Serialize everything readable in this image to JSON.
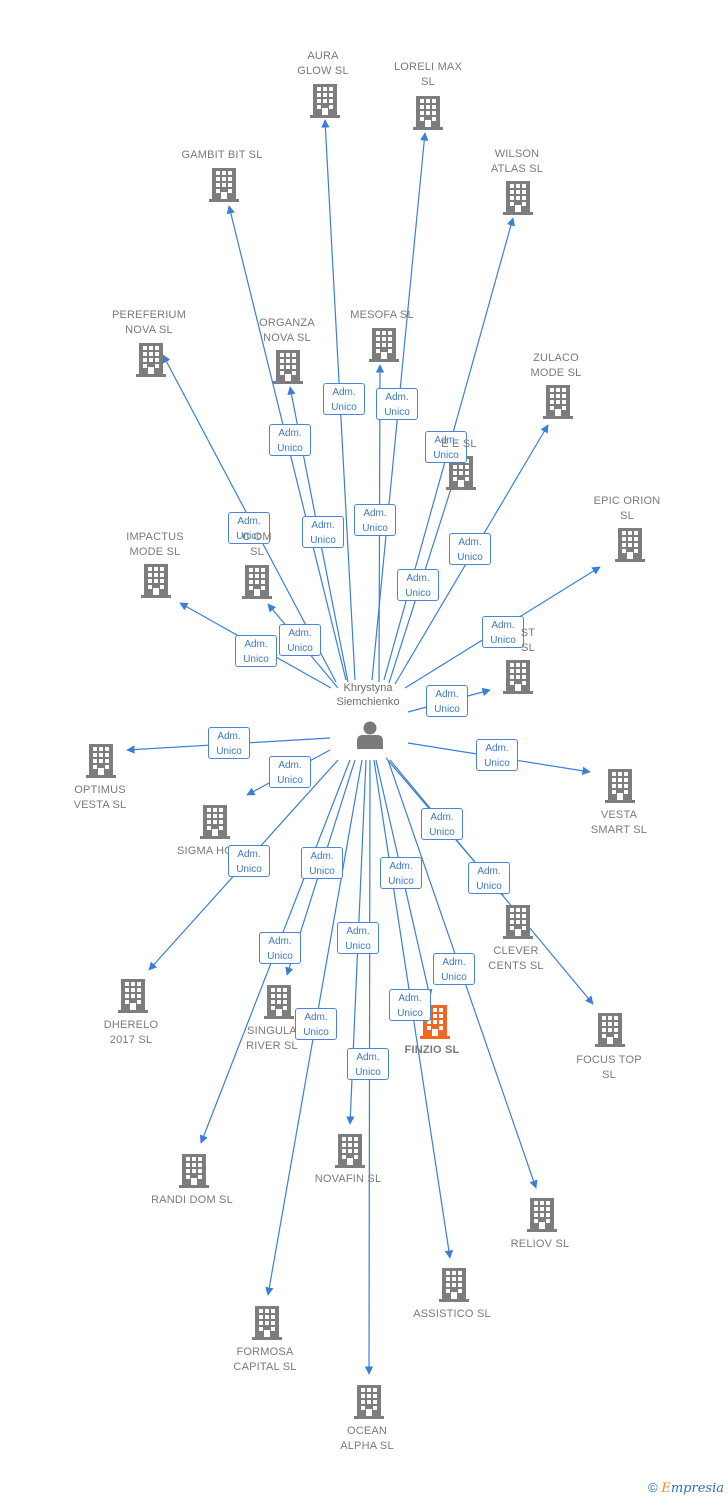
{
  "person": {
    "name": "Khrystyna\nSiemchienko",
    "icon": "person-icon"
  },
  "relation_label": "Adm.\nUnico",
  "colors": {
    "edge": "#3a7fd5",
    "building": "#7d7d7d",
    "highlight": "#f26522",
    "badge_text": "#3c78c8"
  },
  "companies": [
    {
      "id": "aura-glow",
      "name": "AURA\nGLOW  SL"
    },
    {
      "id": "loreli-max",
      "name": "LORELI MAX\nSL"
    },
    {
      "id": "gambit-bit",
      "name": "GAMBIT BIT  SL"
    },
    {
      "id": "wilson-atlas",
      "name": "WILSON\nATLAS  SL"
    },
    {
      "id": "pereferium-nova",
      "name": "PEREFERIUM\nNOVA  SL"
    },
    {
      "id": "organza-nova",
      "name": "ORGANZA\nNOVA  SL"
    },
    {
      "id": "mesofa",
      "name": "MESOFA  SL"
    },
    {
      "id": "zulaco-mode",
      "name": "ZULACO\nMODE  SL"
    },
    {
      "id": "e-e",
      "name": "E       E  SL"
    },
    {
      "id": "epic-orion",
      "name": "EPIC ORION\nSL"
    },
    {
      "id": "impactus-mode",
      "name": "IMPACTUS\nMODE  SL"
    },
    {
      "id": "c-om",
      "name": "C              OM\nSL"
    },
    {
      "id": "st",
      "name": "ST\nSL"
    },
    {
      "id": "optimus-vesta",
      "name": "OPTIMUS\nVESTA  SL"
    },
    {
      "id": "vesta-smart",
      "name": "VESTA\nSMART  SL"
    },
    {
      "id": "sigma-ho",
      "name": "SIGMA HO"
    },
    {
      "id": "clever-cents",
      "name": "CLEVER\nCENTS  SL"
    },
    {
      "id": "dherelo",
      "name": "DHERELO\n2017  SL"
    },
    {
      "id": "singula-river",
      "name": "SINGULA\nRIVER  SL"
    },
    {
      "id": "finzio",
      "name": "FINZIO  SL",
      "highlight": true
    },
    {
      "id": "focus-top",
      "name": "FOCUS TOP\nSL"
    },
    {
      "id": "randi-dom",
      "name": "RANDI DOM  SL"
    },
    {
      "id": "novafin",
      "name": "NOVAFIN  SL"
    },
    {
      "id": "reliov",
      "name": "RELIOV  SL"
    },
    {
      "id": "assistico",
      "name": "ASSISTICO  SL"
    },
    {
      "id": "formosa-capital",
      "name": "FORMOSA\nCAPITAL  SL"
    },
    {
      "id": "ocean-alpha",
      "name": "OCEAN\nALPHA  SL"
    }
  ],
  "footer": {
    "copyright": "©",
    "brand_first": "E",
    "brand_rest": "mpresia"
  }
}
